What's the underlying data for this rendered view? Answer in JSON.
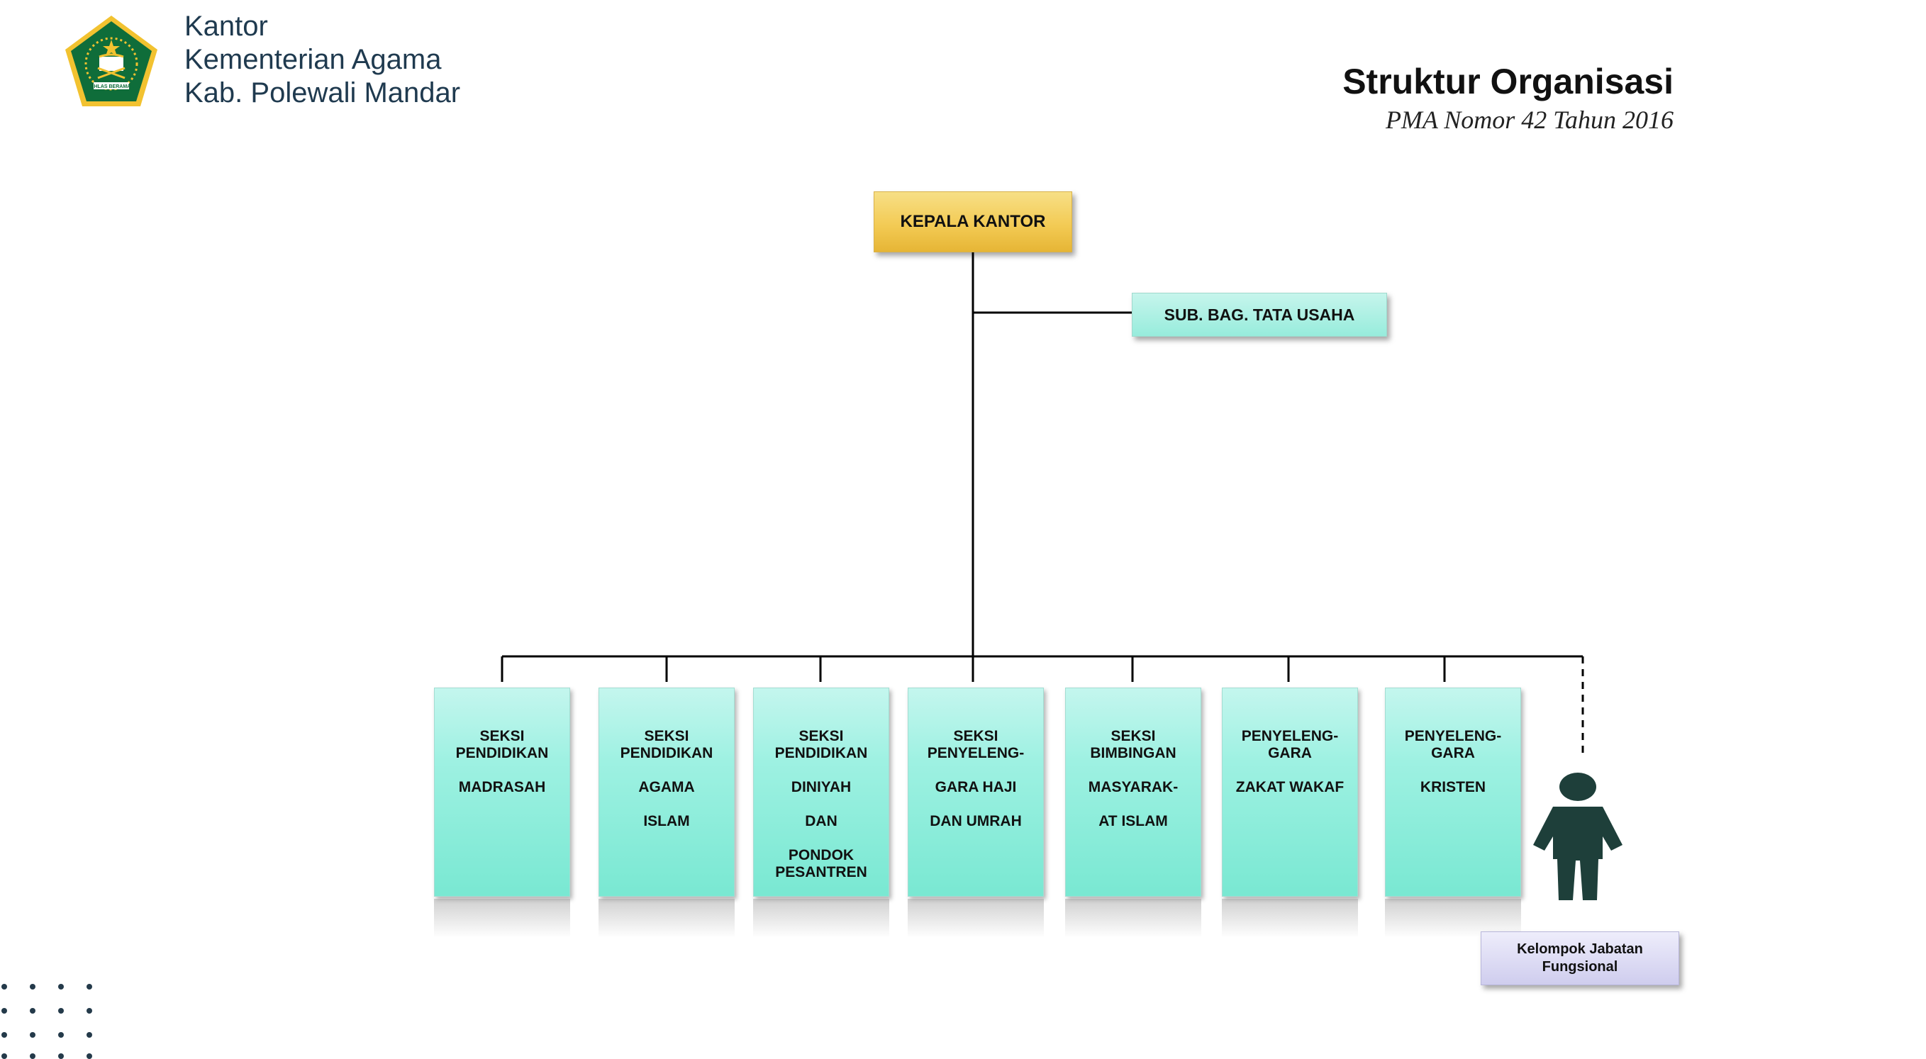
{
  "header": {
    "line1": "Kantor",
    "line2": "Kementerian Agama",
    "line3": "Kab. Polewali Mandar"
  },
  "title": "Struktur Organisasi",
  "subtitle": "PMA Nomor 42 Tahun 2016",
  "logo": {
    "icon": "kemenag-emblem-icon",
    "text": "IKHLAS BERAMAL"
  },
  "nodes": {
    "head": "KEPALA KANTOR",
    "tata_usaha": "SUB. BAG. TATA USAHA",
    "sections": [
      "SEKSI\nPENDIDIKAN\n\nMADRASAH",
      "SEKSI\nPENDIDIKAN\n\nAGAMA\n\nISLAM",
      "SEKSI\nPENDIDIKAN\n\nDINIYAH\n\nDAN\n\nPONDOK\nPESANTREN",
      "SEKSI\nPENYELENG-\n\nGARA HAJI\n\nDAN UMRAH",
      "SEKSI\nBIMBINGAN\n\nMASYARAK-\n\nAT ISLAM",
      "PENYELENG-\nGARA\n\nZAKAT WAKAF",
      "PENYELENG-\nGARA\n\nKRISTEN"
    ],
    "fungsional": "Kelompok Jabatan\nFungsional"
  },
  "colors": {
    "head": "#f3cb55",
    "tata_usaha": "#97ecdc",
    "sections": "#79e8d2",
    "fungsional": "#cfcdee",
    "person": "#1e3f3a",
    "header_text": "#1f3a4f",
    "logo_green": "#0f6d3a",
    "logo_gold": "#f2c230"
  }
}
